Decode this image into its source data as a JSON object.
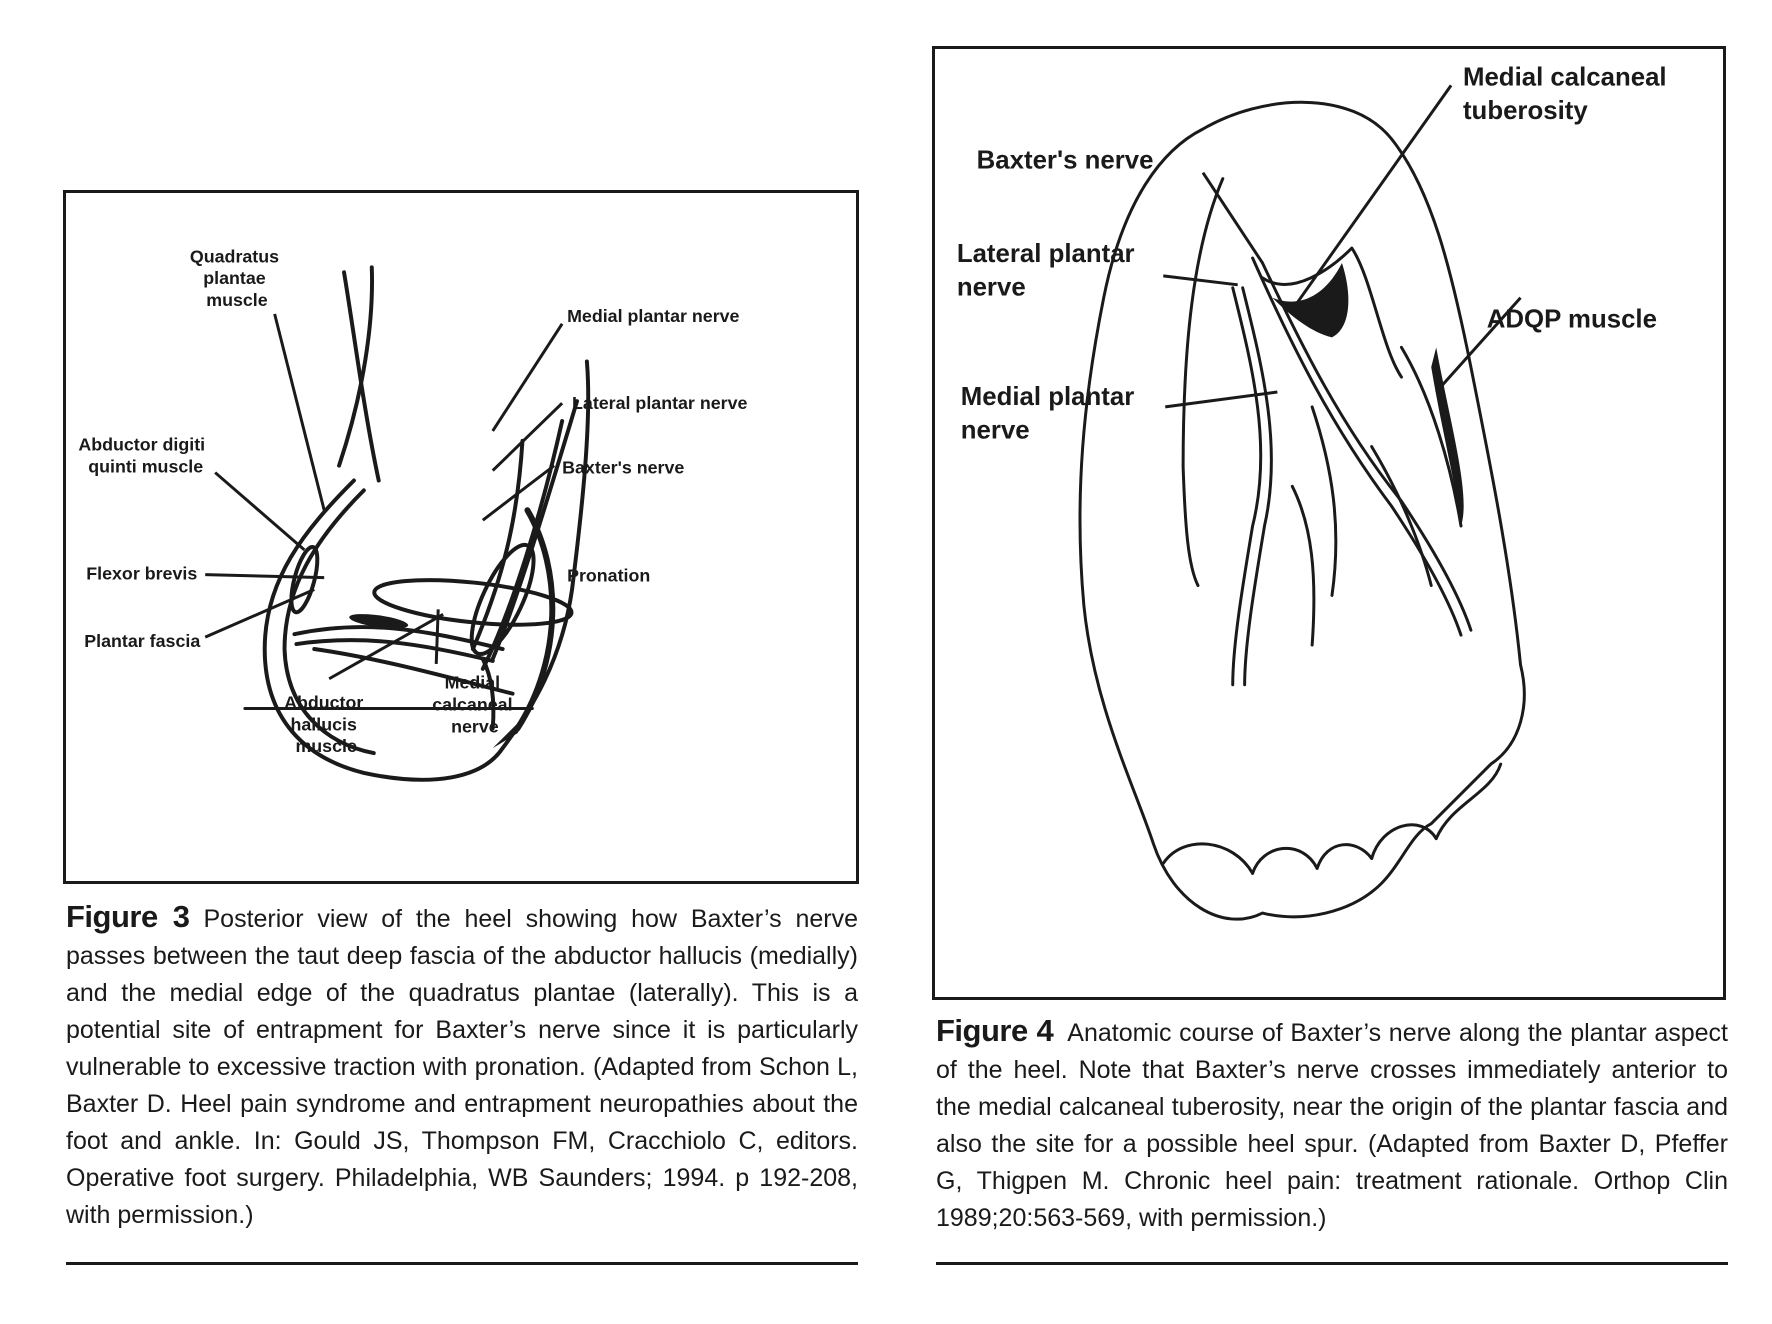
{
  "figure3": {
    "labels": {
      "quadratus": [
        "Quadratus",
        "plantae",
        "muscle"
      ],
      "abductor_digiti": [
        "Abductor digiti",
        "quinti muscle"
      ],
      "flexor_brevis": "Flexor brevis",
      "plantar_fascia": "Plantar fascia",
      "abductor_hallucis": [
        "Abductor",
        "hallucis",
        "muscle"
      ],
      "medial_calcaneal": [
        "Medial",
        "calcaneal",
        "nerve"
      ],
      "medial_plantar": "Medial plantar nerve",
      "lateral_plantar": "Lateral plantar nerve",
      "baxters": "Baxter's nerve",
      "pronation": "Pronation"
    },
    "caption": {
      "label": "Figure 3",
      "text": "Posterior view of the heel showing how Baxter’s nerve passes between the taut deep fascia of the abductor hallucis (medially) and the medial edge of the quadratus plantae (laterally). This is a potential site of entrapment for Baxter’s nerve since it is particularly vulnerable to excessive traction with pronation. (Adapted from Schon L, Baxter D. Heel pain syndrome and entrapment neuropathies about the foot and ankle. In: Gould JS, Thompson FM, Cracchiolo C, editors. Operative foot surgery. Philadelphia, WB Saunders; 1994. p 192-208, with permission.)"
    }
  },
  "figure4": {
    "labels": {
      "medial_calcaneal_tuberosity": [
        "Medial calcaneal",
        "tuberosity"
      ],
      "baxters": "Baxter's nerve",
      "lateral_plantar": [
        "Lateral plantar",
        "nerve"
      ],
      "adqp": "ADQP muscle",
      "medial_plantar": [
        "Medial plantar",
        "nerve"
      ]
    },
    "caption": {
      "label": "Figure 4",
      "text": "Anatomic course of Baxter’s nerve along the plantar aspect of the heel. Note that Baxter’s nerve crosses immediately anterior to the medial calcaneal tuberosity, near the origin of the plantar fascia and also the site for a possible heel spur. (Adapted from Baxter D, Pfeffer G, Thigpen M. Chronic heel pain: treatment rationale. Orthop Clin 1989;20:563-569, with permission.)"
    }
  }
}
